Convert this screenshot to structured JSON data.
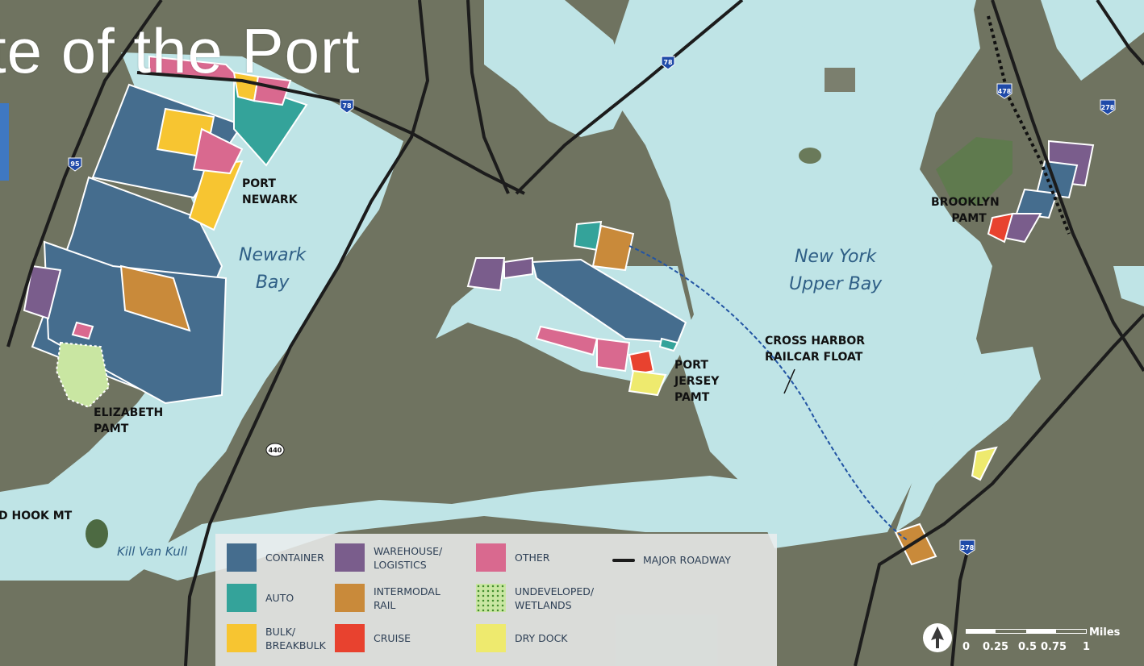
{
  "title": "te of the Port",
  "colors": {
    "container": "#456d8e",
    "auto": "#34a39a",
    "bulk": "#f7c531",
    "warehouse": "#7a5d8c",
    "intermodal": "#c98a3a",
    "cruise": "#e8422f",
    "other": "#d9698f",
    "undeveloped": "#c9e6a2",
    "drydock": "#eeea6e",
    "water": "#bfe4e6",
    "roadway": "#1c1c1c"
  },
  "labels": {
    "port_newark": [
      "PORT",
      "NEWARK"
    ],
    "elizabeth": [
      "ELIZABETH",
      "PAMT"
    ],
    "port_jersey": [
      "PORT",
      "JERSEY",
      "PAMT"
    ],
    "brooklyn": [
      "BROOKLYN",
      "PAMT"
    ],
    "cross_harbor": [
      "CROSS HARBOR",
      "RAILCAR FLOAT"
    ],
    "red_hook": "D HOOK MT"
  },
  "water_labels": {
    "newark_bay": [
      "Newark",
      "Bay"
    ],
    "upper_bay": [
      "New York",
      "Upper Bay"
    ],
    "kill_van_kull": "Kill Van Kull"
  },
  "highway_shields": [
    "78",
    "78",
    "95",
    "478",
    "278",
    "278",
    "440"
  ],
  "legend": {
    "items": [
      {
        "key": "container",
        "lines": [
          "CONTAINER"
        ]
      },
      {
        "key": "auto",
        "lines": [
          "AUTO"
        ]
      },
      {
        "key": "bulk",
        "lines": [
          "BULK/",
          "BREAKBULK"
        ]
      },
      {
        "key": "warehouse",
        "lines": [
          "WAREHOUSE/",
          "LOGISTICS"
        ]
      },
      {
        "key": "intermodal",
        "lines": [
          "INTERMODAL",
          "RAIL"
        ]
      },
      {
        "key": "cruise",
        "lines": [
          "CRUISE"
        ]
      },
      {
        "key": "other",
        "lines": [
          "OTHER"
        ]
      },
      {
        "key": "undeveloped",
        "lines": [
          "UNDEVELOPED/",
          "WETLANDS"
        ]
      },
      {
        "key": "drydock",
        "lines": [
          "DRY DOCK"
        ]
      }
    ],
    "roadway": "MAJOR ROADWAY"
  },
  "scale": {
    "unit": "Miles",
    "ticks": [
      "0",
      "0.25",
      "0.5",
      "0.75",
      "1"
    ],
    "north_icon": "north-arrow-icon"
  }
}
